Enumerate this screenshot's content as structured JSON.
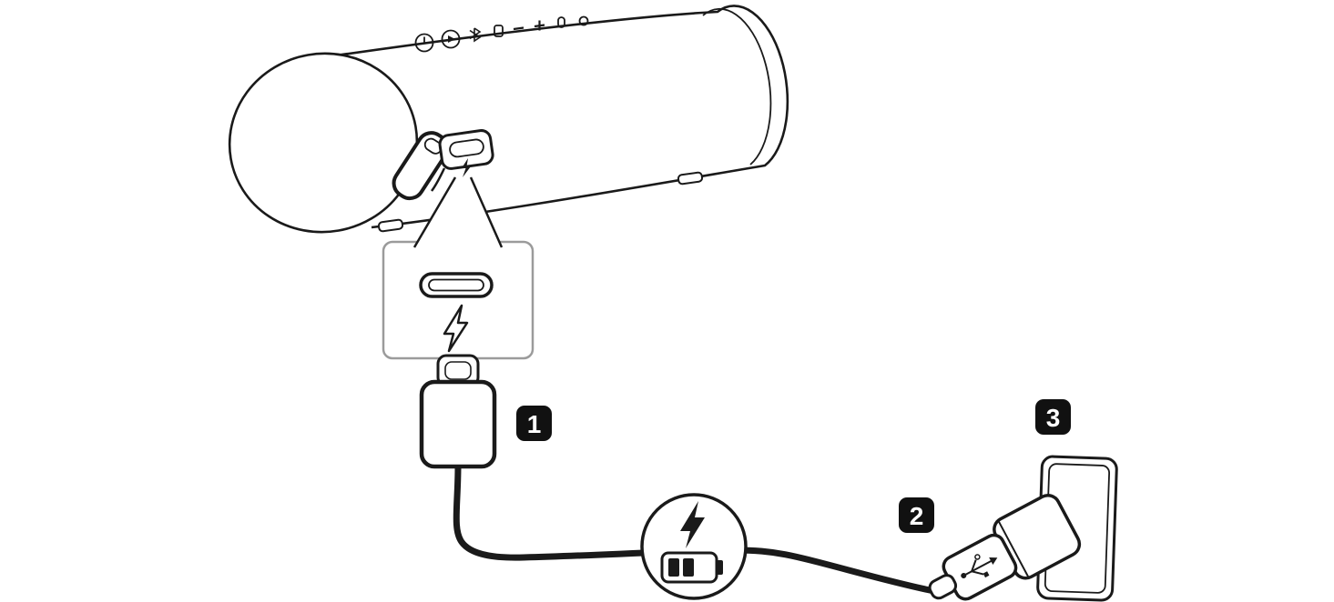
{
  "diagram": {
    "kind": "speaker-charging-instruction-illustration",
    "step_badges": [
      {
        "label": "1",
        "target": "usb-type-c-cable"
      },
      {
        "label": "2",
        "target": "usb-ac-adaptor-plug"
      },
      {
        "label": "3",
        "target": "wall-outlet"
      }
    ],
    "icons": {
      "callout_port": "usb-type-c-port-icon",
      "callout_bolt": "charge-lightning-outline-icon",
      "indicator_bolt": "charging-lightning-icon",
      "indicator_battery": "battery-charging-icon",
      "plug_logo": "usb-trident-icon",
      "controls": [
        "power-icon",
        "play-icon",
        "bluetooth-icon",
        "phone-icon",
        "volume-down-icon",
        "volume-up-icon",
        "mic-icon"
      ]
    },
    "colors": {
      "line": "#1a1a1a",
      "callout_border": "#9b9b9b",
      "badge_background": "#111111",
      "badge_text": "#ffffff",
      "background": "#ffffff"
    }
  }
}
